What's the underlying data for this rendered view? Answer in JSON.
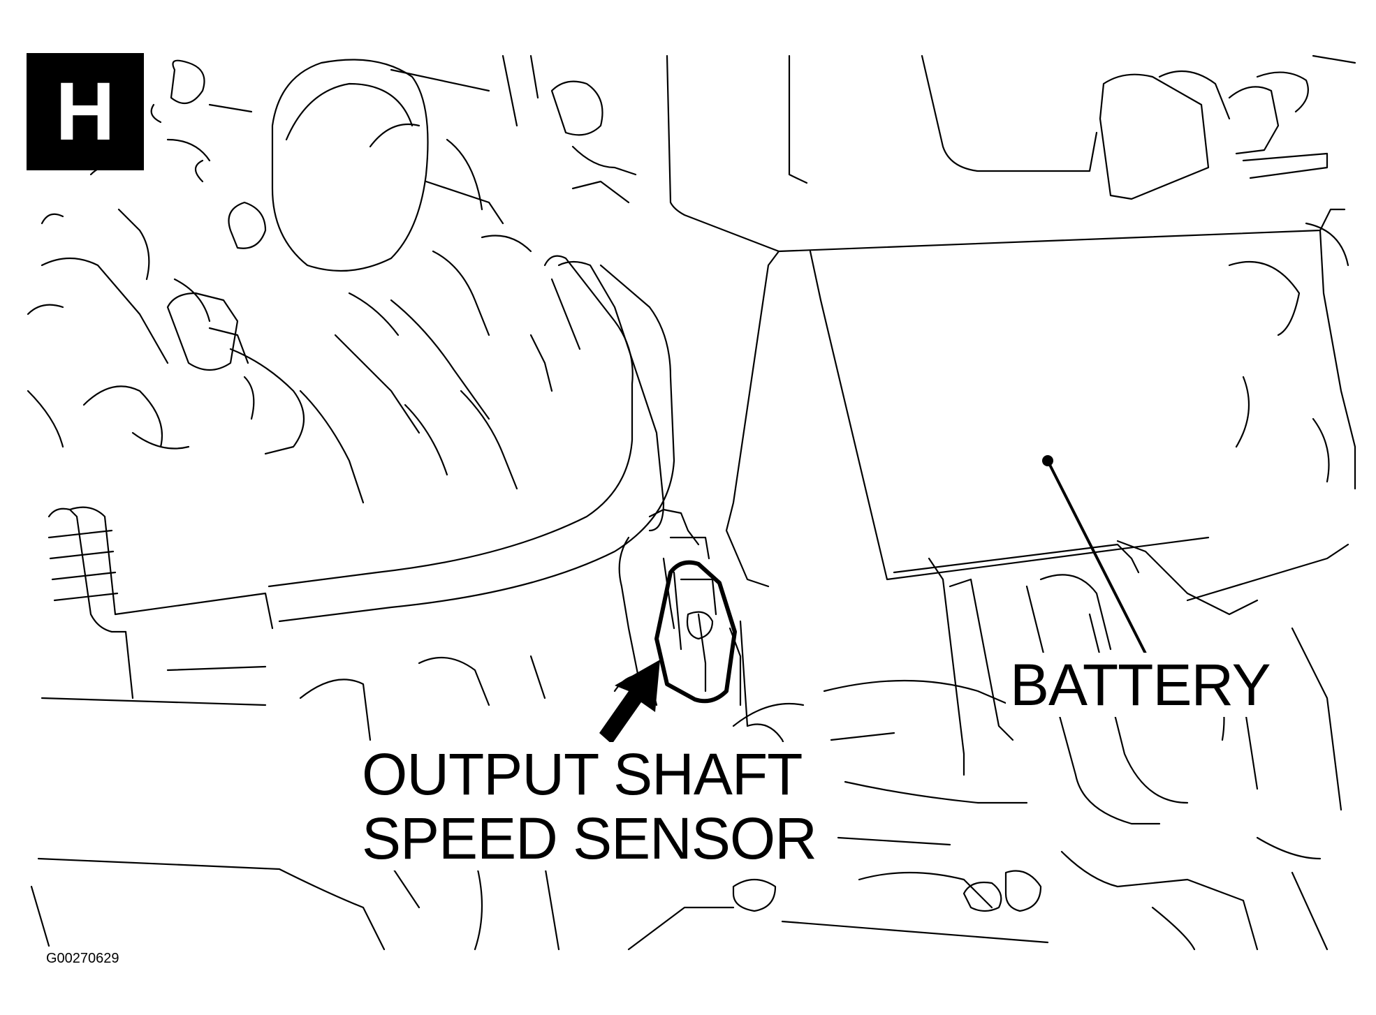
{
  "view_badge": "H",
  "callouts": {
    "sensor_line1": "OUTPUT SHAFT",
    "sensor_line2": "SPEED SENSOR",
    "battery": "BATTERY"
  },
  "figure_code": "G00270629",
  "icons": {
    "pointer": "black-arrow-icon",
    "highlight": "circle-highlight-icon"
  },
  "colors": {
    "ink": "#000000",
    "paper": "#ffffff"
  }
}
